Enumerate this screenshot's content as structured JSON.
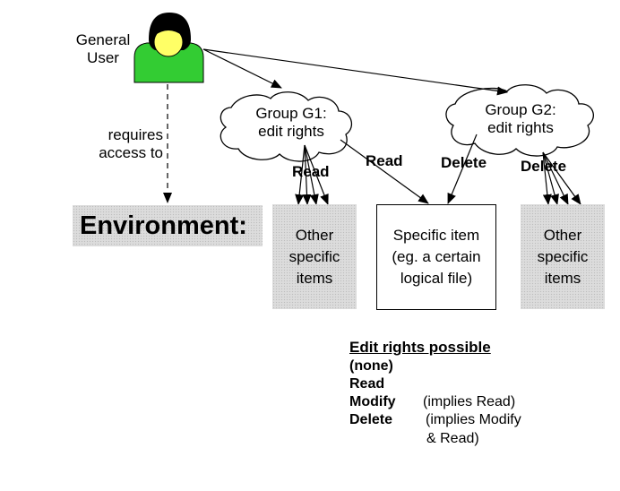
{
  "user": {
    "label_line1": "General",
    "label_line2": "User",
    "colors": {
      "hair": "#000000",
      "face": "#ffff66",
      "body": "#33cc33"
    }
  },
  "requires": {
    "line1": "requires",
    "line2": "access to"
  },
  "groups": [
    {
      "line1": "Group G1:",
      "line2": "edit rights"
    },
    {
      "line1": "Group G2:",
      "line2": "edit rights"
    }
  ],
  "arrow_labels": {
    "g1_read_other": "Read",
    "g1_read_specific": "Read",
    "g2_delete_specific": "Delete",
    "g2_delete_other": "Delete"
  },
  "environment": "Environment:",
  "items": {
    "other_left": [
      "Other",
      "specific",
      "items"
    ],
    "specific": [
      "Specific item",
      "(eg. a certain",
      "logical file)"
    ],
    "other_right": [
      "Other",
      "specific",
      "items"
    ]
  },
  "legend": {
    "heading": "Edit rights possible",
    "none": "(none)",
    "read": "Read",
    "modify_term": "Modify",
    "modify_note": "(implies Read)",
    "delete_term": "Delete",
    "delete_note_line1": "(implies Modify",
    "delete_note_line2": "& Read)"
  }
}
